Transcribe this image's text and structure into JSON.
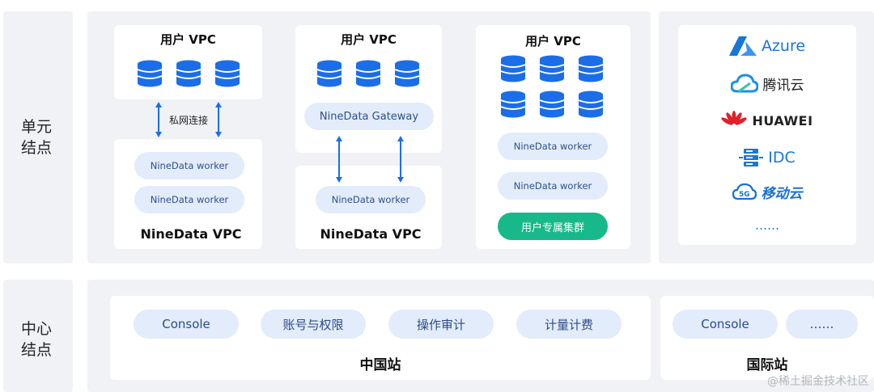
{
  "row_labels": {
    "unit": "单元\n结点",
    "center": "中心\n结点",
    "unit_l1": "单元",
    "unit_l2": "结点",
    "center_l1": "中心",
    "center_l2": "结点"
  },
  "units": [
    {
      "title": "用户 VPC",
      "connector_label": "私网连接",
      "workers": [
        "NineData worker",
        "NineData worker"
      ],
      "vpc_label": "NineData VPC"
    },
    {
      "title": "用户 VPC",
      "gateway": "NineData Gateway",
      "workers": [
        "NineData worker"
      ],
      "vpc_label": "NineData VPC"
    },
    {
      "title": "用户 VPC",
      "workers": [
        "NineData worker",
        "NineData worker"
      ],
      "cluster": "用户专属集群"
    }
  ],
  "clouds": [
    {
      "name": "Azure",
      "icon": "azure-icon",
      "color": "#1a73d9"
    },
    {
      "name": "腾讯云",
      "icon": "tencent-cloud-icon",
      "color": "#222222"
    },
    {
      "name": "HUAWEI",
      "icon": "huawei-icon",
      "color": "#e0202a"
    },
    {
      "name": "IDC",
      "icon": "server-rack-icon",
      "color": "#1b78d4"
    },
    {
      "name": "移动云",
      "icon": "mobile-cloud-icon",
      "color": "#1a6fd6"
    },
    {
      "name": "……",
      "icon": "ellipsis-icon",
      "color": "#1a6fd6"
    }
  ],
  "china_site": {
    "label": "中国站",
    "items": [
      "Console",
      "账号与权限",
      "操作审计",
      "计量计费"
    ]
  },
  "intl_site": {
    "label": "国际站",
    "items": [
      "Console",
      "……"
    ]
  },
  "watermark": "@稀土掘金技术社区",
  "colors": {
    "panel": "#f0f2f6",
    "pill": "#e3ecfb",
    "db": "#1b6ee8",
    "green": "#17b98a"
  }
}
